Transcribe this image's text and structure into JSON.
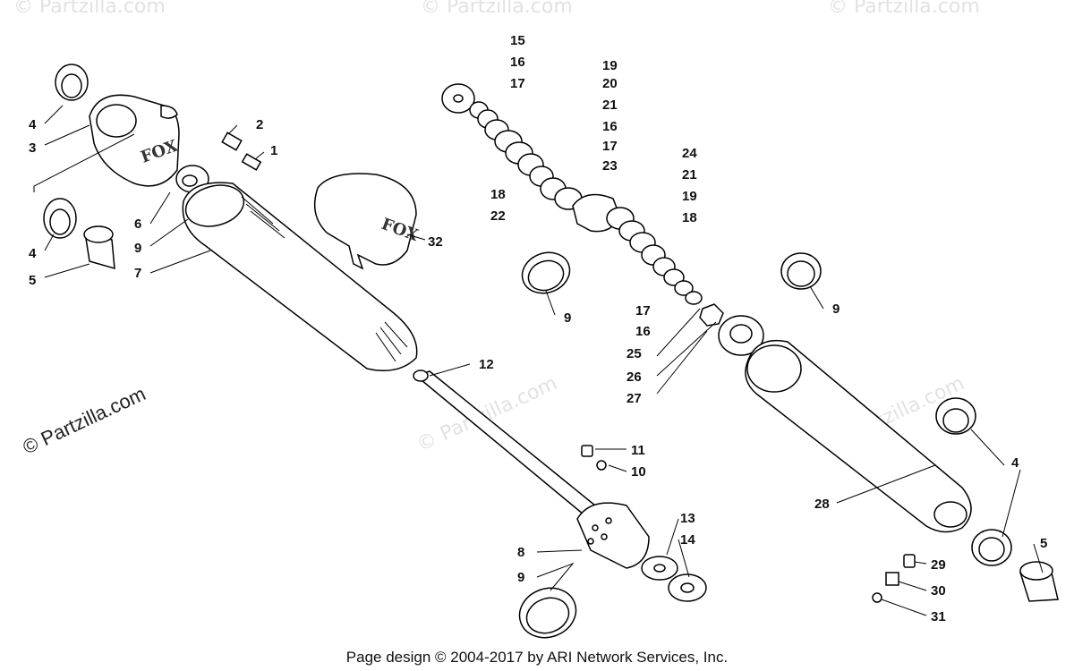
{
  "watermark": "© Partzilla.com",
  "side_watermark": "© Partzilla.com",
  "logo_text": "FOX",
  "footer": "Page design © 2004-2017 by ARI Network Services, Inc.",
  "callouts": [
    {
      "id": "c1",
      "label": "1"
    },
    {
      "id": "c2",
      "label": "2"
    },
    {
      "id": "c3",
      "label": "3"
    },
    {
      "id": "c4a",
      "label": "4"
    },
    {
      "id": "c4b",
      "label": "4"
    },
    {
      "id": "c4c",
      "label": "4"
    },
    {
      "id": "c5a",
      "label": "5"
    },
    {
      "id": "c5b",
      "label": "5"
    },
    {
      "id": "c6",
      "label": "6"
    },
    {
      "id": "c7",
      "label": "7"
    },
    {
      "id": "c8",
      "label": "8"
    },
    {
      "id": "c9a",
      "label": "9"
    },
    {
      "id": "c9b",
      "label": "9"
    },
    {
      "id": "c9c",
      "label": "9"
    },
    {
      "id": "c9d",
      "label": "9"
    },
    {
      "id": "c10",
      "label": "10"
    },
    {
      "id": "c11",
      "label": "11"
    },
    {
      "id": "c12",
      "label": "12"
    },
    {
      "id": "c13",
      "label": "13"
    },
    {
      "id": "c14",
      "label": "14"
    },
    {
      "id": "c15",
      "label": "15"
    },
    {
      "id": "c16a",
      "label": "16"
    },
    {
      "id": "c16b",
      "label": "16"
    },
    {
      "id": "c16c",
      "label": "16"
    },
    {
      "id": "c17a",
      "label": "17"
    },
    {
      "id": "c17b",
      "label": "17"
    },
    {
      "id": "c17c",
      "label": "17"
    },
    {
      "id": "c18a",
      "label": "18"
    },
    {
      "id": "c18b",
      "label": "18"
    },
    {
      "id": "c19a",
      "label": "19"
    },
    {
      "id": "c19b",
      "label": "19"
    },
    {
      "id": "c20",
      "label": "20"
    },
    {
      "id": "c21a",
      "label": "21"
    },
    {
      "id": "c21b",
      "label": "21"
    },
    {
      "id": "c22",
      "label": "22"
    },
    {
      "id": "c23",
      "label": "23"
    },
    {
      "id": "c24",
      "label": "24"
    },
    {
      "id": "c25",
      "label": "25"
    },
    {
      "id": "c26",
      "label": "26"
    },
    {
      "id": "c27",
      "label": "27"
    },
    {
      "id": "c28",
      "label": "28"
    },
    {
      "id": "c29",
      "label": "29"
    },
    {
      "id": "c30",
      "label": "30"
    },
    {
      "id": "c31",
      "label": "31"
    },
    {
      "id": "c32",
      "label": "32"
    }
  ]
}
